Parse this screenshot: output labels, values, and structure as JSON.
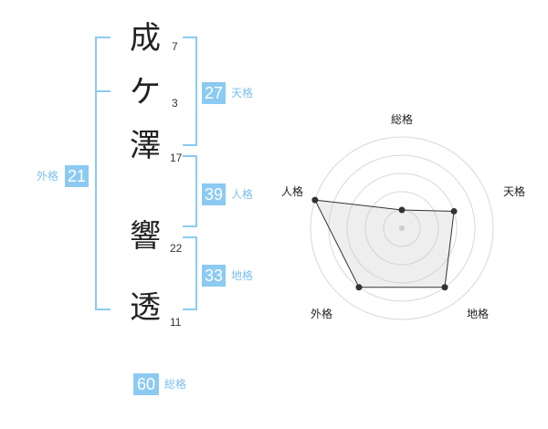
{
  "name": {
    "chars": [
      {
        "char": "成",
        "strokes": "7"
      },
      {
        "char": "ケ",
        "strokes": "3"
      },
      {
        "char": "澤",
        "strokes": "17"
      },
      {
        "char": "響",
        "strokes": "22"
      },
      {
        "char": "透",
        "strokes": "11"
      }
    ]
  },
  "kaku": {
    "tenkaku": {
      "value": "27",
      "label": "天格"
    },
    "jinkaku": {
      "value": "39",
      "label": "人格"
    },
    "chikaku": {
      "value": "33",
      "label": "地格"
    },
    "gaikaku": {
      "value": "21",
      "label": "外格"
    },
    "soukaku": {
      "value": "60",
      "label": "総格"
    }
  },
  "colors": {
    "accent": "#8ccaf2",
    "bracket": "#8ccaf2",
    "text": "#222222"
  },
  "chart_data": {
    "type": "radar",
    "axes": [
      "総格",
      "天格",
      "地格",
      "外格",
      "人格"
    ],
    "levels": 5,
    "range": [
      0,
      5
    ],
    "values": [
      1,
      3,
      4,
      4,
      5
    ]
  }
}
